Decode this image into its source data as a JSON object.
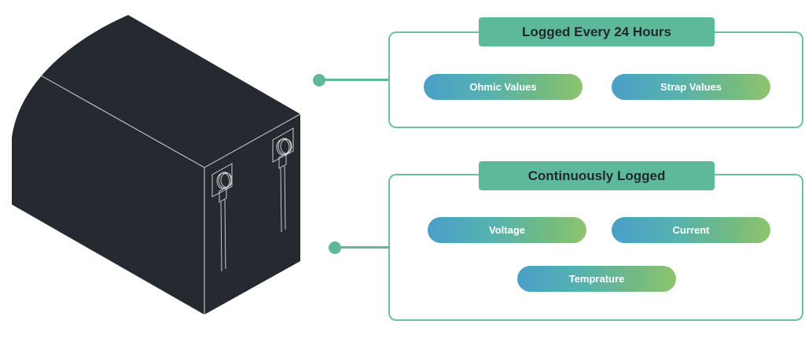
{
  "diagram": {
    "subject": "battery-illustration",
    "colors": {
      "accent_green": "#5db99a",
      "box_border": "#6cc0a2",
      "title_text": "#22292e",
      "battery_fill": "#242a2f",
      "battery_lines": "#d9dcdd",
      "pill_gradient_start": "#4a9fc8",
      "pill_gradient_end": "#8ec46e",
      "pill_text": "#ffffff"
    },
    "groups": [
      {
        "title": "Logged Every 24 Hours",
        "items": [
          "Ohmic Values",
          "Strap Values"
        ]
      },
      {
        "title": "Continuously Logged",
        "items": [
          "Voltage",
          "Current",
          "Temprature"
        ]
      }
    ]
  }
}
